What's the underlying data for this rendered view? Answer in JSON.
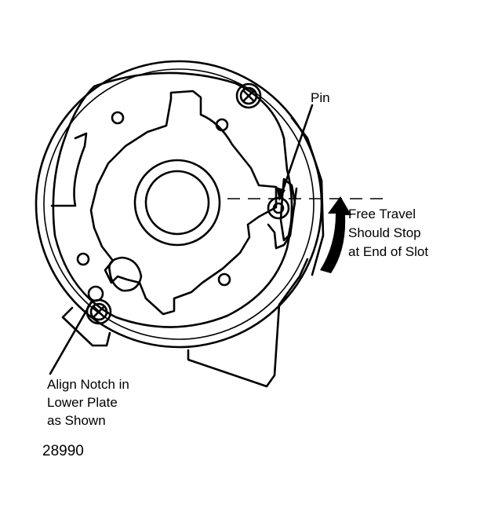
{
  "labels": {
    "pin": "Pin",
    "free_travel": [
      "Free Travel",
      "Should Stop",
      "at End of Slot"
    ],
    "align_notch": [
      "Align Notch in",
      "Lower Plate",
      "as Shown"
    ],
    "figure_number": "28990"
  },
  "colors": {
    "ink": "#000000",
    "paper": "#ffffff"
  },
  "icons": {
    "screw": "screw-head-icon",
    "arrow": "curved-arrow-icon"
  }
}
